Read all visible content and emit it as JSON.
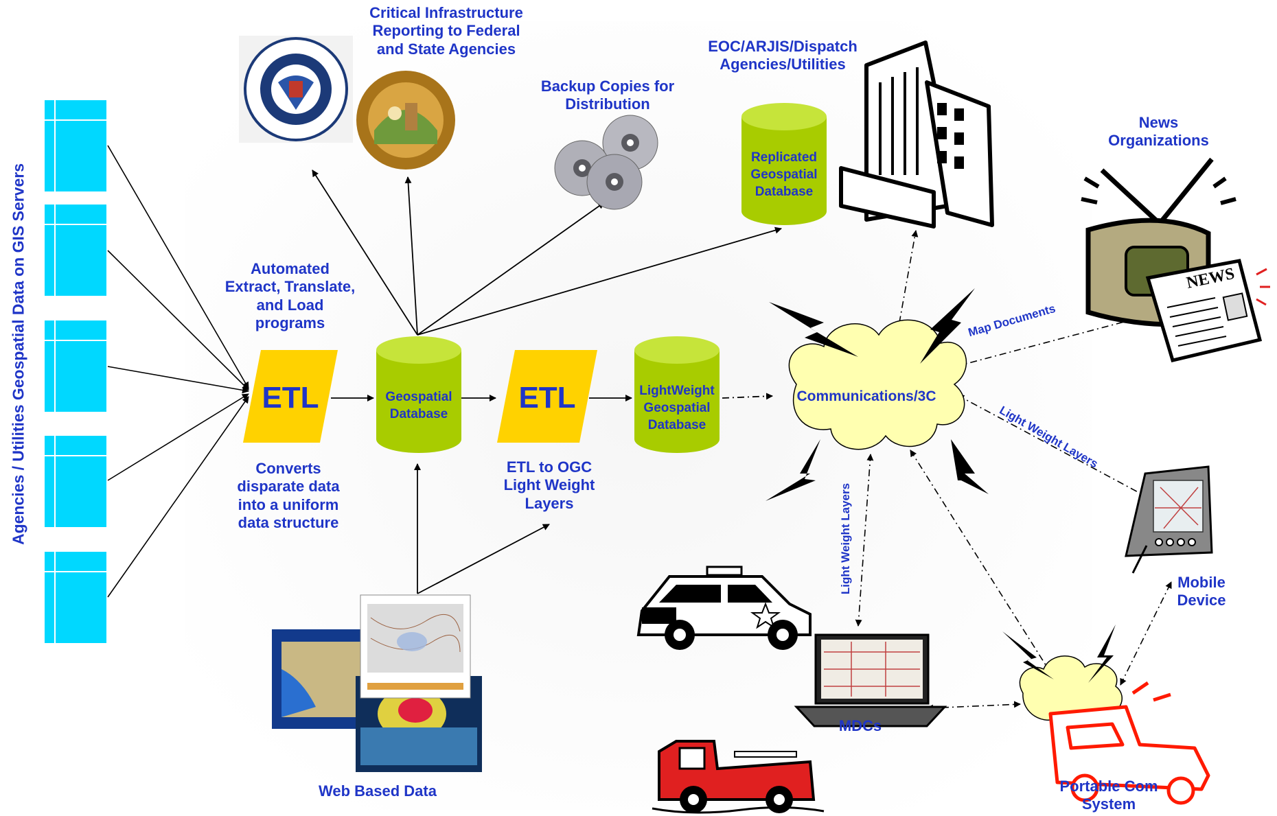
{
  "side_label": "Agencies / Utilities Geospatial Data on GIS Servers",
  "labels": {
    "critical_infra": "Critical Infrastructure\nReporting to Federal\nand State Agencies",
    "backup": "Backup Copies for\nDistribution",
    "eoc": "EOC/ARJIS/Dispatch\nAgencies/Utilities",
    "news": "News\nOrganizations",
    "automated": "Automated\nExtract, Translate,\nand Load\nprograms",
    "converts": "Converts\ndisparate data\ninto a uniform\ndata structure",
    "etl_ogc": "ETL to OGC\nLight Weight\nLayers",
    "web_data": "Web Based Data",
    "mdcs": "MDCs",
    "mobile": "Mobile\nDevice",
    "portable": "Portable Com\nSystem",
    "comm": "Communications/3C",
    "map_docs": "Map Documents",
    "lw_layers_right": "Light Weight Layers",
    "lw_layers_vertical": "Light Weight Layers"
  },
  "etl_1": "ETL",
  "etl_2": "ETL",
  "db_geo": [
    "Geospatial",
    "Database"
  ],
  "db_light": [
    "LightWeight",
    "Geospatial",
    "Database"
  ],
  "db_replicated": [
    "Replicated",
    "Geospatial",
    "Database"
  ],
  "colors": {
    "text_blue": "#1f35c7",
    "server_cyan": "#00d8ff",
    "db_green": "#a8cc00",
    "etl_yellow": "#ffd200",
    "cloud_yellow": "#ffffb0"
  },
  "icons": [
    "dhs-seal-icon",
    "california-seal-icon",
    "cd-discs-icon",
    "building-icon",
    "tv-icon",
    "newspaper-icon",
    "pda-icon",
    "police-car-icon",
    "laptop-icon",
    "fire-truck-icon",
    "pickup-truck-icon",
    "lightning-icon",
    "web-map-icon"
  ]
}
